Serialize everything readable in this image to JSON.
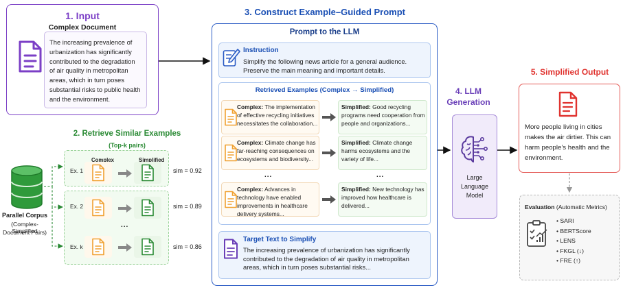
{
  "input": {
    "title": "1. Input",
    "subtitle": "Complex Document",
    "text": "The increasing prevalence of urbanization has significantly contributed to the degradation of air quality in metropolitan areas, which in turn poses substantial risks to public health and the environment."
  },
  "retrieve": {
    "title": "2. Retrieve Similar Examples",
    "subtitle": "(Top-k pairs)",
    "corpus_label": [
      "Parallel Corpus",
      "(Complex-Simplified",
      "Document Pairs)"
    ],
    "col_complex": "Complex",
    "col_simplified": "Simplified",
    "examples": [
      {
        "label": "Ex. 1",
        "sim": "sim = 0.92"
      },
      {
        "label": "Ex. 2",
        "sim": "sim = 0.89"
      },
      {
        "label": "Ex. k",
        "sim": "sim = 0.86"
      }
    ],
    "ellipsis": "..."
  },
  "prompt": {
    "title": "3. Construct Example–Guided Prompt",
    "panel_title": "Prompt to the LLM",
    "instruction_title": "Instruction",
    "instruction_text": "Simplify the following news article for a general audience. Preserve the main meaning and important details.",
    "retrieved_title": "Retrieved Examples (Complex → Simplified)",
    "complex_label": "Complex:",
    "simplified_label": "Simplified:",
    "pairs": [
      {
        "complex": "The implementation of effective recycling initiatives necessitates the collaboration...",
        "simplified": "Good recycling programs need cooperation from people and organizations..."
      },
      {
        "complex": "Climate change has far-reaching consequences on ecosystems and biodiversity...",
        "simplified": "Climate change harms ecosystems and the variety of life..."
      },
      {
        "complex": "Advances in technology have enabled improvements in healthcare delivery systems...",
        "simplified": "New technology has improved how healthcare is delivered..."
      }
    ],
    "ellipsis": "...",
    "target_title": "Target Text to Simplify",
    "target_text": "The increasing prevalence of urbanization has significantly contributed to the degradation of air quality in metropolitan areas, which in turn poses substantial risks..."
  },
  "llm": {
    "title_line1": "4. LLM",
    "title_line2": "Generation",
    "label": [
      "Large",
      "Language",
      "Model"
    ]
  },
  "output": {
    "title": "5. Simplified Output",
    "text": "More people living in cities makes the air dirtier. This can harm people’s health and the environment."
  },
  "evaluation": {
    "title": "Evaluation",
    "title_suffix": " (Automatic Metrics)",
    "metrics": [
      "SARI",
      "BERTScore",
      "LENS",
      "FKGL (↓)",
      "FRE (↑)"
    ]
  },
  "colors": {
    "input": "#7b3fc6",
    "retrieve": "#2a8a34",
    "prompt": "#1a4fb4",
    "llm": "#6a3fb8",
    "output": "#e0332f",
    "complex_doc": "#f0a030",
    "simplified_doc": "#2a8a34"
  },
  "icons": [
    "document-icon",
    "database-icon",
    "pen-icon",
    "brain-circuit-icon",
    "clipboard-chart-icon"
  ]
}
